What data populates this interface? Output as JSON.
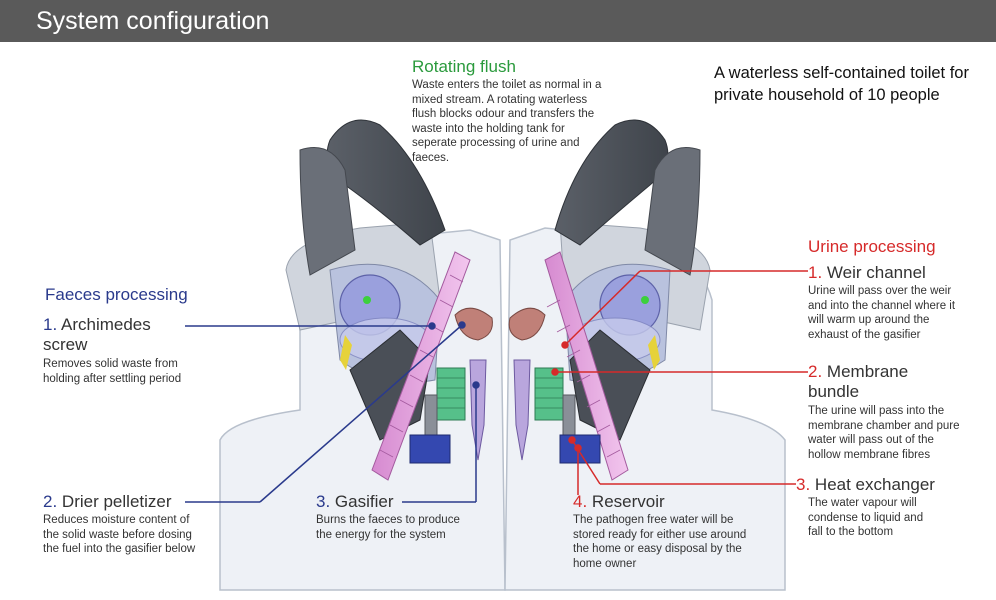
{
  "header": {
    "title": "System configuration"
  },
  "intro": {
    "text": "A waterless self-contained toilet for private household of 10 people"
  },
  "rotating_flush": {
    "title": "Rotating flush",
    "desc": "Waste enters the toilet as normal in a mixed stream. A rotating waterless flush blocks odour and transfers the waste into the holding tank for seperate processing of urine and faeces."
  },
  "faeces": {
    "title": "Faeces processing",
    "steps": [
      {
        "num": "1.",
        "title": "Archimedes screw",
        "desc": "Removes solid waste from holding after settling period"
      },
      {
        "num": "2.",
        "title": "Drier pelletizer",
        "desc": "Reduces moisture content of the solid waste before dosing the fuel into the gasifier below"
      },
      {
        "num": "3.",
        "title": "Gasifier",
        "desc": "Burns the faeces to produce the energy for the system"
      }
    ]
  },
  "urine": {
    "title": "Urine processing",
    "steps": [
      {
        "num": "1.",
        "title": "Weir channel",
        "desc": "Urine will pass over the weir and into the channel where it will warm up around the exhaust of the gasifier"
      },
      {
        "num": "2.",
        "title": "Membrane bundle",
        "desc": "The urine will pass into the membrane chamber and pure water will pass out of the hollow membrane fibres"
      },
      {
        "num": "3.",
        "title": "Heat exchanger",
        "desc": "The water vapour will condense to liquid and fall to the bottom"
      },
      {
        "num": "4.",
        "title": "Reservoir",
        "desc": "The pathogen free water will be stored ready for either use around the home or easy disposal by the home owner"
      }
    ]
  },
  "colors": {
    "header_bg": "#5a5a5a",
    "green": "#2a9a3c",
    "blue": "#2a3a8c",
    "red": "#d62a2a"
  }
}
